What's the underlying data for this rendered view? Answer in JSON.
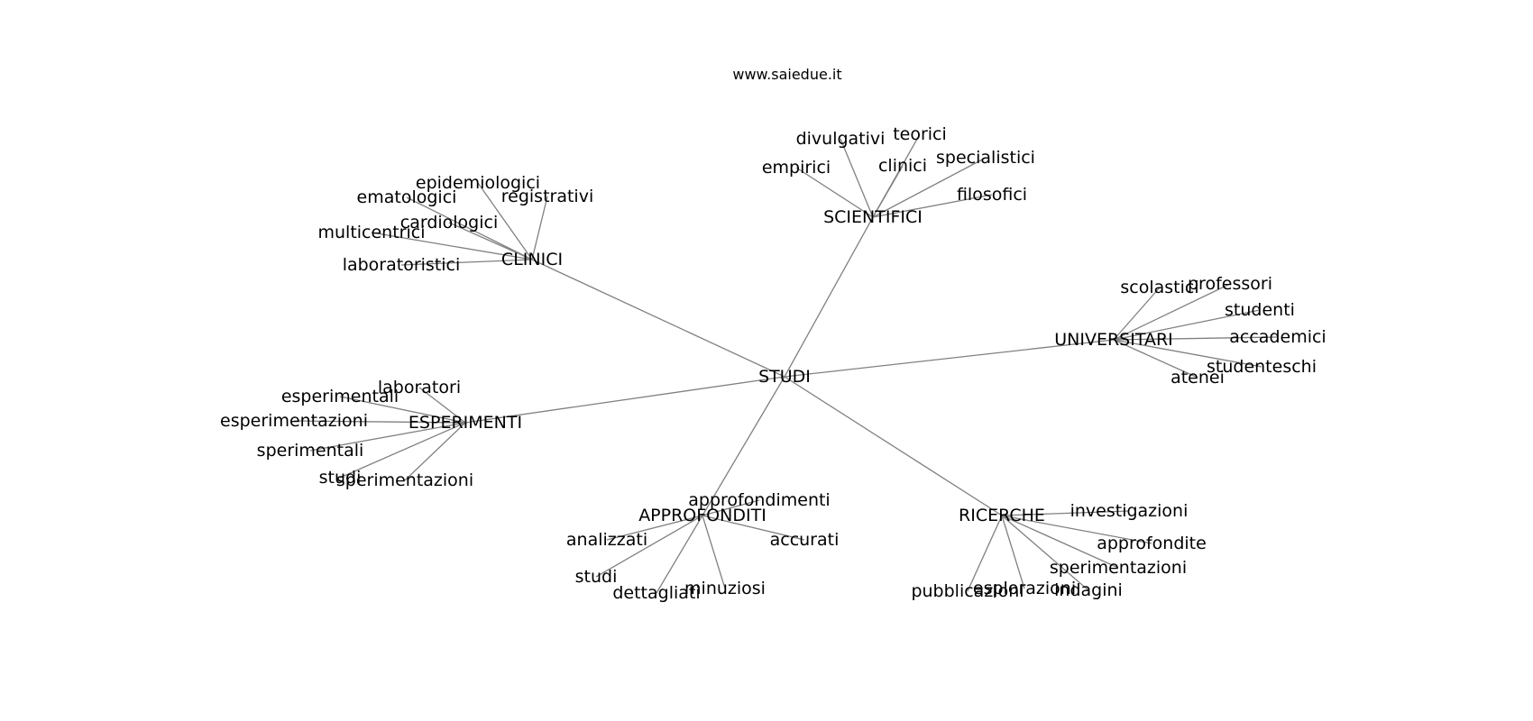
{
  "site_label": "www.saiedue.it",
  "root": {
    "id": "studi_root",
    "label": "STUDI"
  },
  "groups": [
    {
      "id": "scientifici",
      "label": "SCIENTIFICI",
      "leaves": [
        "divulgativi",
        "teorici",
        "empirici",
        "clinici",
        "specialistici",
        "filosofici"
      ]
    },
    {
      "id": "clinici_hub",
      "label": "CLINICI",
      "leaves": [
        "epidemiologici",
        "ematologici",
        "registrativi",
        "cardiologici",
        "multicentrici",
        "laboratoristici"
      ]
    },
    {
      "id": "universitari",
      "label": "UNIVERSITARI",
      "leaves": [
        "scolastici",
        "professori",
        "studenti",
        "accademici",
        "studenteschi",
        "atenei"
      ]
    },
    {
      "id": "esperimenti",
      "label": "ESPERIMENTI",
      "leaves": [
        "laboratori",
        "esperimentali",
        "esperimentazioni",
        "sperimentali",
        "studi",
        "sperimentazioni"
      ]
    },
    {
      "id": "approfonditi",
      "label": "APPROFONDITI",
      "leaves": [
        "approfondimenti",
        "analizzati",
        "accurati",
        "studi",
        "dettagliati",
        "minuziosi"
      ]
    },
    {
      "id": "ricerche",
      "label": "RICERCHE",
      "leaves": [
        "investigazioni",
        "approfondite",
        "sperimentazioni",
        "pubblicazioni",
        "esplorazioni",
        "indagini"
      ]
    }
  ]
}
